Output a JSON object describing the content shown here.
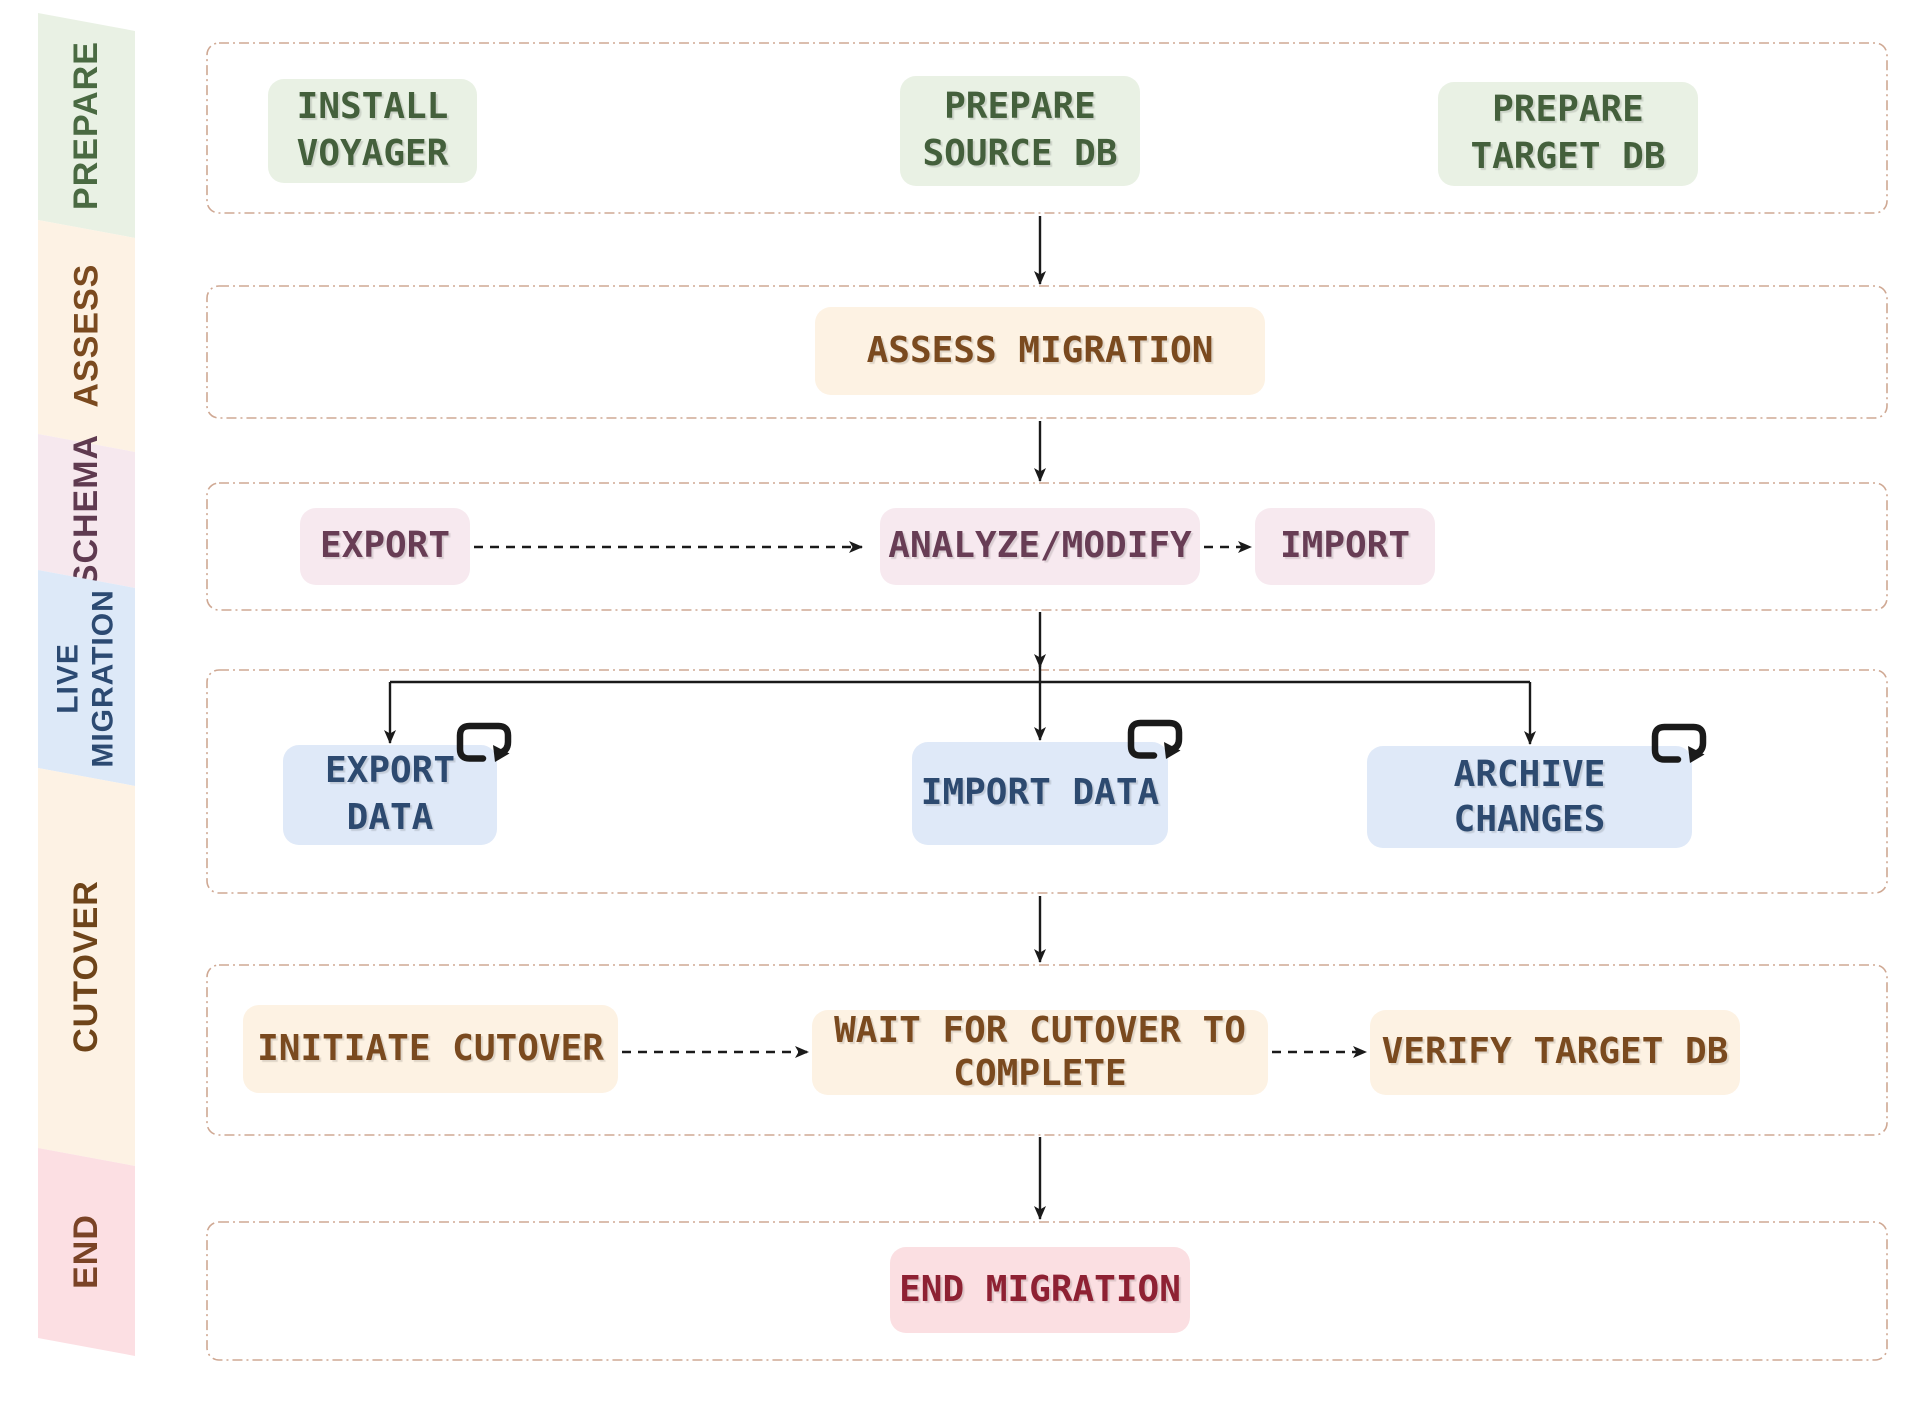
{
  "phases": [
    {
      "id": "prepare",
      "label": "PREPARE"
    },
    {
      "id": "assess",
      "label": "ASSESS"
    },
    {
      "id": "schema",
      "label": "SCHEMA"
    },
    {
      "id": "live-migration",
      "label": "LIVE\nMIGRATION"
    },
    {
      "id": "cutover",
      "label": "CUTOVER"
    },
    {
      "id": "end",
      "label": "END"
    }
  ],
  "nodes": {
    "install_voyager": "INSTALL\nVOYAGER",
    "prepare_source_db": "PREPARE\nSOURCE DB",
    "prepare_target_db": "PREPARE\nTARGET DB",
    "assess_migration": "ASSESS MIGRATION",
    "export_schema": "EXPORT",
    "analyze_modify": "ANALYZE/MODIFY",
    "import_schema": "IMPORT",
    "export_data": "EXPORT DATA",
    "import_data": "IMPORT DATA",
    "archive_changes": "ARCHIVE\nCHANGES",
    "initiate_cutover": "INITIATE CUTOVER",
    "wait_for_cutover": "WAIT FOR CUTOVER TO\nCOMPLETE",
    "verify_target_db": "VERIFY TARGET DB",
    "end_migration": "END MIGRATION"
  },
  "icons": {
    "loop": "loop-arrow-icon"
  },
  "theme": {
    "green_bg": "#e9f1e4",
    "green_text": "#44603c",
    "cream_bg": "#fdf2e3",
    "cream_text": "#7a4a1f",
    "pink_bg": "#f7e9ef",
    "pink_text": "#683d55",
    "blue_bg": "#dfe9f8",
    "blue_text": "#2d4a70",
    "red_bg": "#fbdfe2",
    "red_text": "#8e2133",
    "ribbon_green_bg": "#e9f1e4",
    "ribbon_green_text": "#4a6a42",
    "ribbon_cream_bg": "#fdf2e4",
    "ribbon_brown_text": "#7a4a1f",
    "ribbon_pink_bg": "#f6e8ee",
    "ribbon_mauve_text": "#5f3a50",
    "ribbon_blue_bg": "#dde9f8",
    "ribbon_navy_text": "#2c4a72",
    "ribbon_darkbrown_text": "#6e4419",
    "ribbon_red_bg": "#fcdfe3",
    "ribbon_end_text": "#7a4326",
    "arrow": "#1a1a1a",
    "container_border": "#cfa893"
  }
}
